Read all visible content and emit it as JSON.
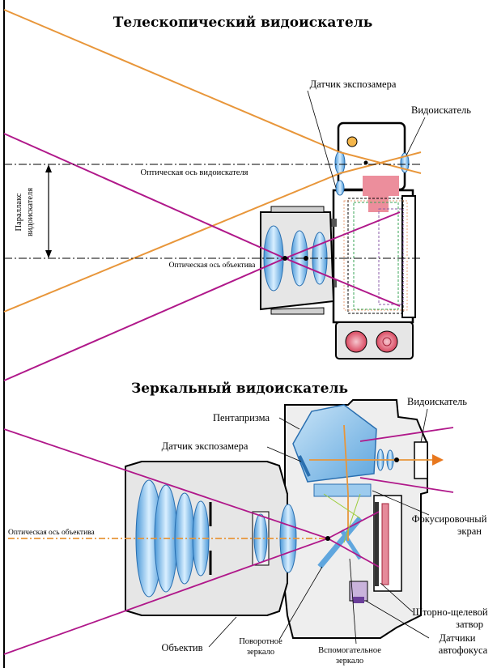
{
  "titles": {
    "top": "Телескопический видоискатель",
    "bottom": "Зеркальный видоискатель"
  },
  "top_labels": {
    "exposure_sensor": "Датчик экспозамера",
    "viewfinder": "Видоискатель",
    "viewfinder_axis": "Оптическая ось видоискателя",
    "lens_axis": "Оптическая ось объектива",
    "parallax_line1": "Параллакс",
    "parallax_line2": "видоискателя"
  },
  "bottom_labels": {
    "viewfinder": "Видоискатель",
    "pentaprism": "Пентапризма",
    "exposure_sensor": "Датчик экспозамера",
    "lens_axis": "Оптическая ось объектива",
    "focus_screen_line1": "Фокусировочный",
    "focus_screen_line2": "экран",
    "shutter_line1": "Шторно-щелевой",
    "shutter_line2": "затвор",
    "af_sensors_line1": "Датчики",
    "af_sensors_line2": "автофокуса",
    "aux_mirror_line1": "Вспомогательное",
    "aux_mirror_line2": "зеркало",
    "swing_mirror_line1": "Поворотное",
    "swing_mirror_line2": "зеркало",
    "lens": "Объектив"
  },
  "colors": {
    "orange_ray": "#e8963a",
    "magenta_ray": "#b0188a",
    "lens_blue": "#6fb3e6",
    "body_gray": "#e6e6e6",
    "sensor_pink": "#e58a9a",
    "prism_blue": "#8ec3ea",
    "arrow_orange": "#e8781e"
  }
}
